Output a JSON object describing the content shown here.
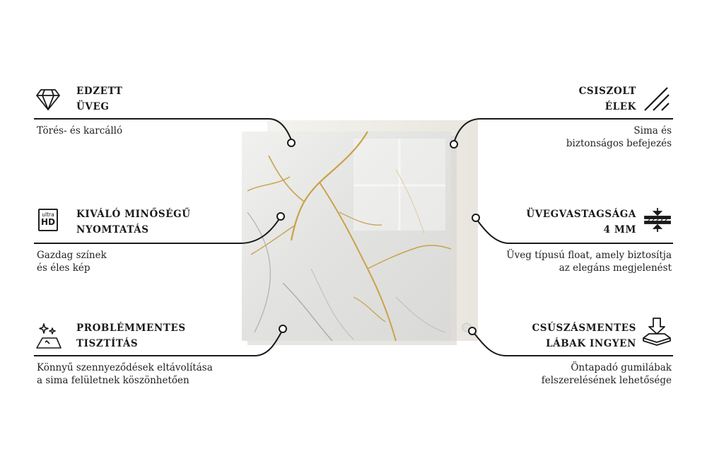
{
  "features": {
    "tempered_glass": {
      "title_line1": "EDZETT",
      "title_line2": "ÜVEG",
      "desc_line1": "Törés- és karcálló",
      "icon": "diamond-icon"
    },
    "print_quality": {
      "badge_small": "ultra",
      "badge_big": "HD",
      "title_line1": "KIVÁLÓ MINŐSÉGŰ",
      "title_line2": "NYOMTATÁS",
      "desc_line1": "Gazdag színek",
      "desc_line2": "és éles kép",
      "icon": "ultra-hd-icon"
    },
    "easy_cleaning": {
      "title_line1": "PROBLÉMMENTES",
      "title_line2": "TISZTÍTÁS",
      "desc_line1": "Könnyű szennyeződések eltávolítása",
      "desc_line2": "a sima felületnek köszönhetően",
      "icon": "sparkle-surface-icon"
    },
    "polished_edges": {
      "title_line1": "CSISZOLT",
      "title_line2": "ÉLEK",
      "desc_line1": "Sima és",
      "desc_line2": "biztonságos befejezés",
      "icon": "diagonal-lines-icon"
    },
    "glass_thickness": {
      "title_line1": "ÜVEGVASTAGSÁGA",
      "title_line2": "4 MM",
      "desc_line1": "Üveg típusú float, amely biztosítja",
      "desc_line2": "az elegáns megjelenést",
      "icon": "thickness-icon"
    },
    "anti_slip_feet": {
      "title_line1": "CSÚSZÁSMENTES",
      "title_line2": "LÁBAK INGYEN",
      "desc_line1": "Öntapadó gumilábak",
      "desc_line2": "felszerelésének lehetősége",
      "icon": "press-down-icon"
    }
  },
  "colors": {
    "line": "#1a1a1a",
    "marble_base": "#e6e6e4",
    "gold_vein": "#c9a24a",
    "wall_panel": "#efede6"
  }
}
